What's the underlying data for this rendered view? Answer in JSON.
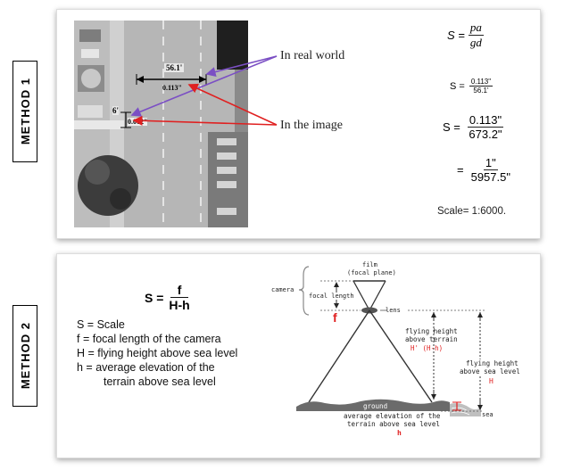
{
  "method1": {
    "label": "METHOD 1",
    "image_labels": {
      "real_distance": "56.1'",
      "image_distance": "0.113\"",
      "small_real": "6'",
      "small_image": "0.012\""
    },
    "callouts": {
      "real_world": "In real world",
      "in_image": "In the image"
    },
    "equations": {
      "formula_lhs": "S =",
      "formula_num": "pa",
      "formula_den": "gd",
      "step1_lhs": "S =",
      "step1_num": "0.113\"",
      "step1_den": "56.1'",
      "step2_lhs": "S  =",
      "step2_num": "0.113\"",
      "step2_den": "673.2\"",
      "step3_lhs": "=",
      "step3_num": "1\"",
      "step3_den": "5957.5\"",
      "scale": "Scale= 1:6000."
    }
  },
  "method2": {
    "label": "METHOD 2",
    "formula": {
      "lhs": "S =",
      "num": "f",
      "den": "H-h"
    },
    "definitions": [
      "S = Scale",
      "f = focal length of the camera",
      "H = flying height above sea level",
      "h = average elevation of the",
      "terrain above sea level"
    ],
    "diagram": {
      "film_line1": "film",
      "film_line2": "(focal plane)",
      "camera": "camera",
      "focal_length": "focal length",
      "f": "f",
      "lens": "lens",
      "fh_terrain_1": "flying height",
      "fh_terrain_2": "above terrain",
      "fh_terrain_3": "H' (H-h)",
      "fh_sea_1": "flying height",
      "fh_sea_2": "above sea level",
      "fh_sea_3": "H",
      "ground": "ground",
      "avg_elev_1": "average elevation of the",
      "avg_elev_2": "terrain above sea level",
      "avg_elev_3": "h",
      "sea": "sea"
    },
    "colors": {
      "red": "#e02020",
      "ground": "#6b6b6b"
    }
  }
}
